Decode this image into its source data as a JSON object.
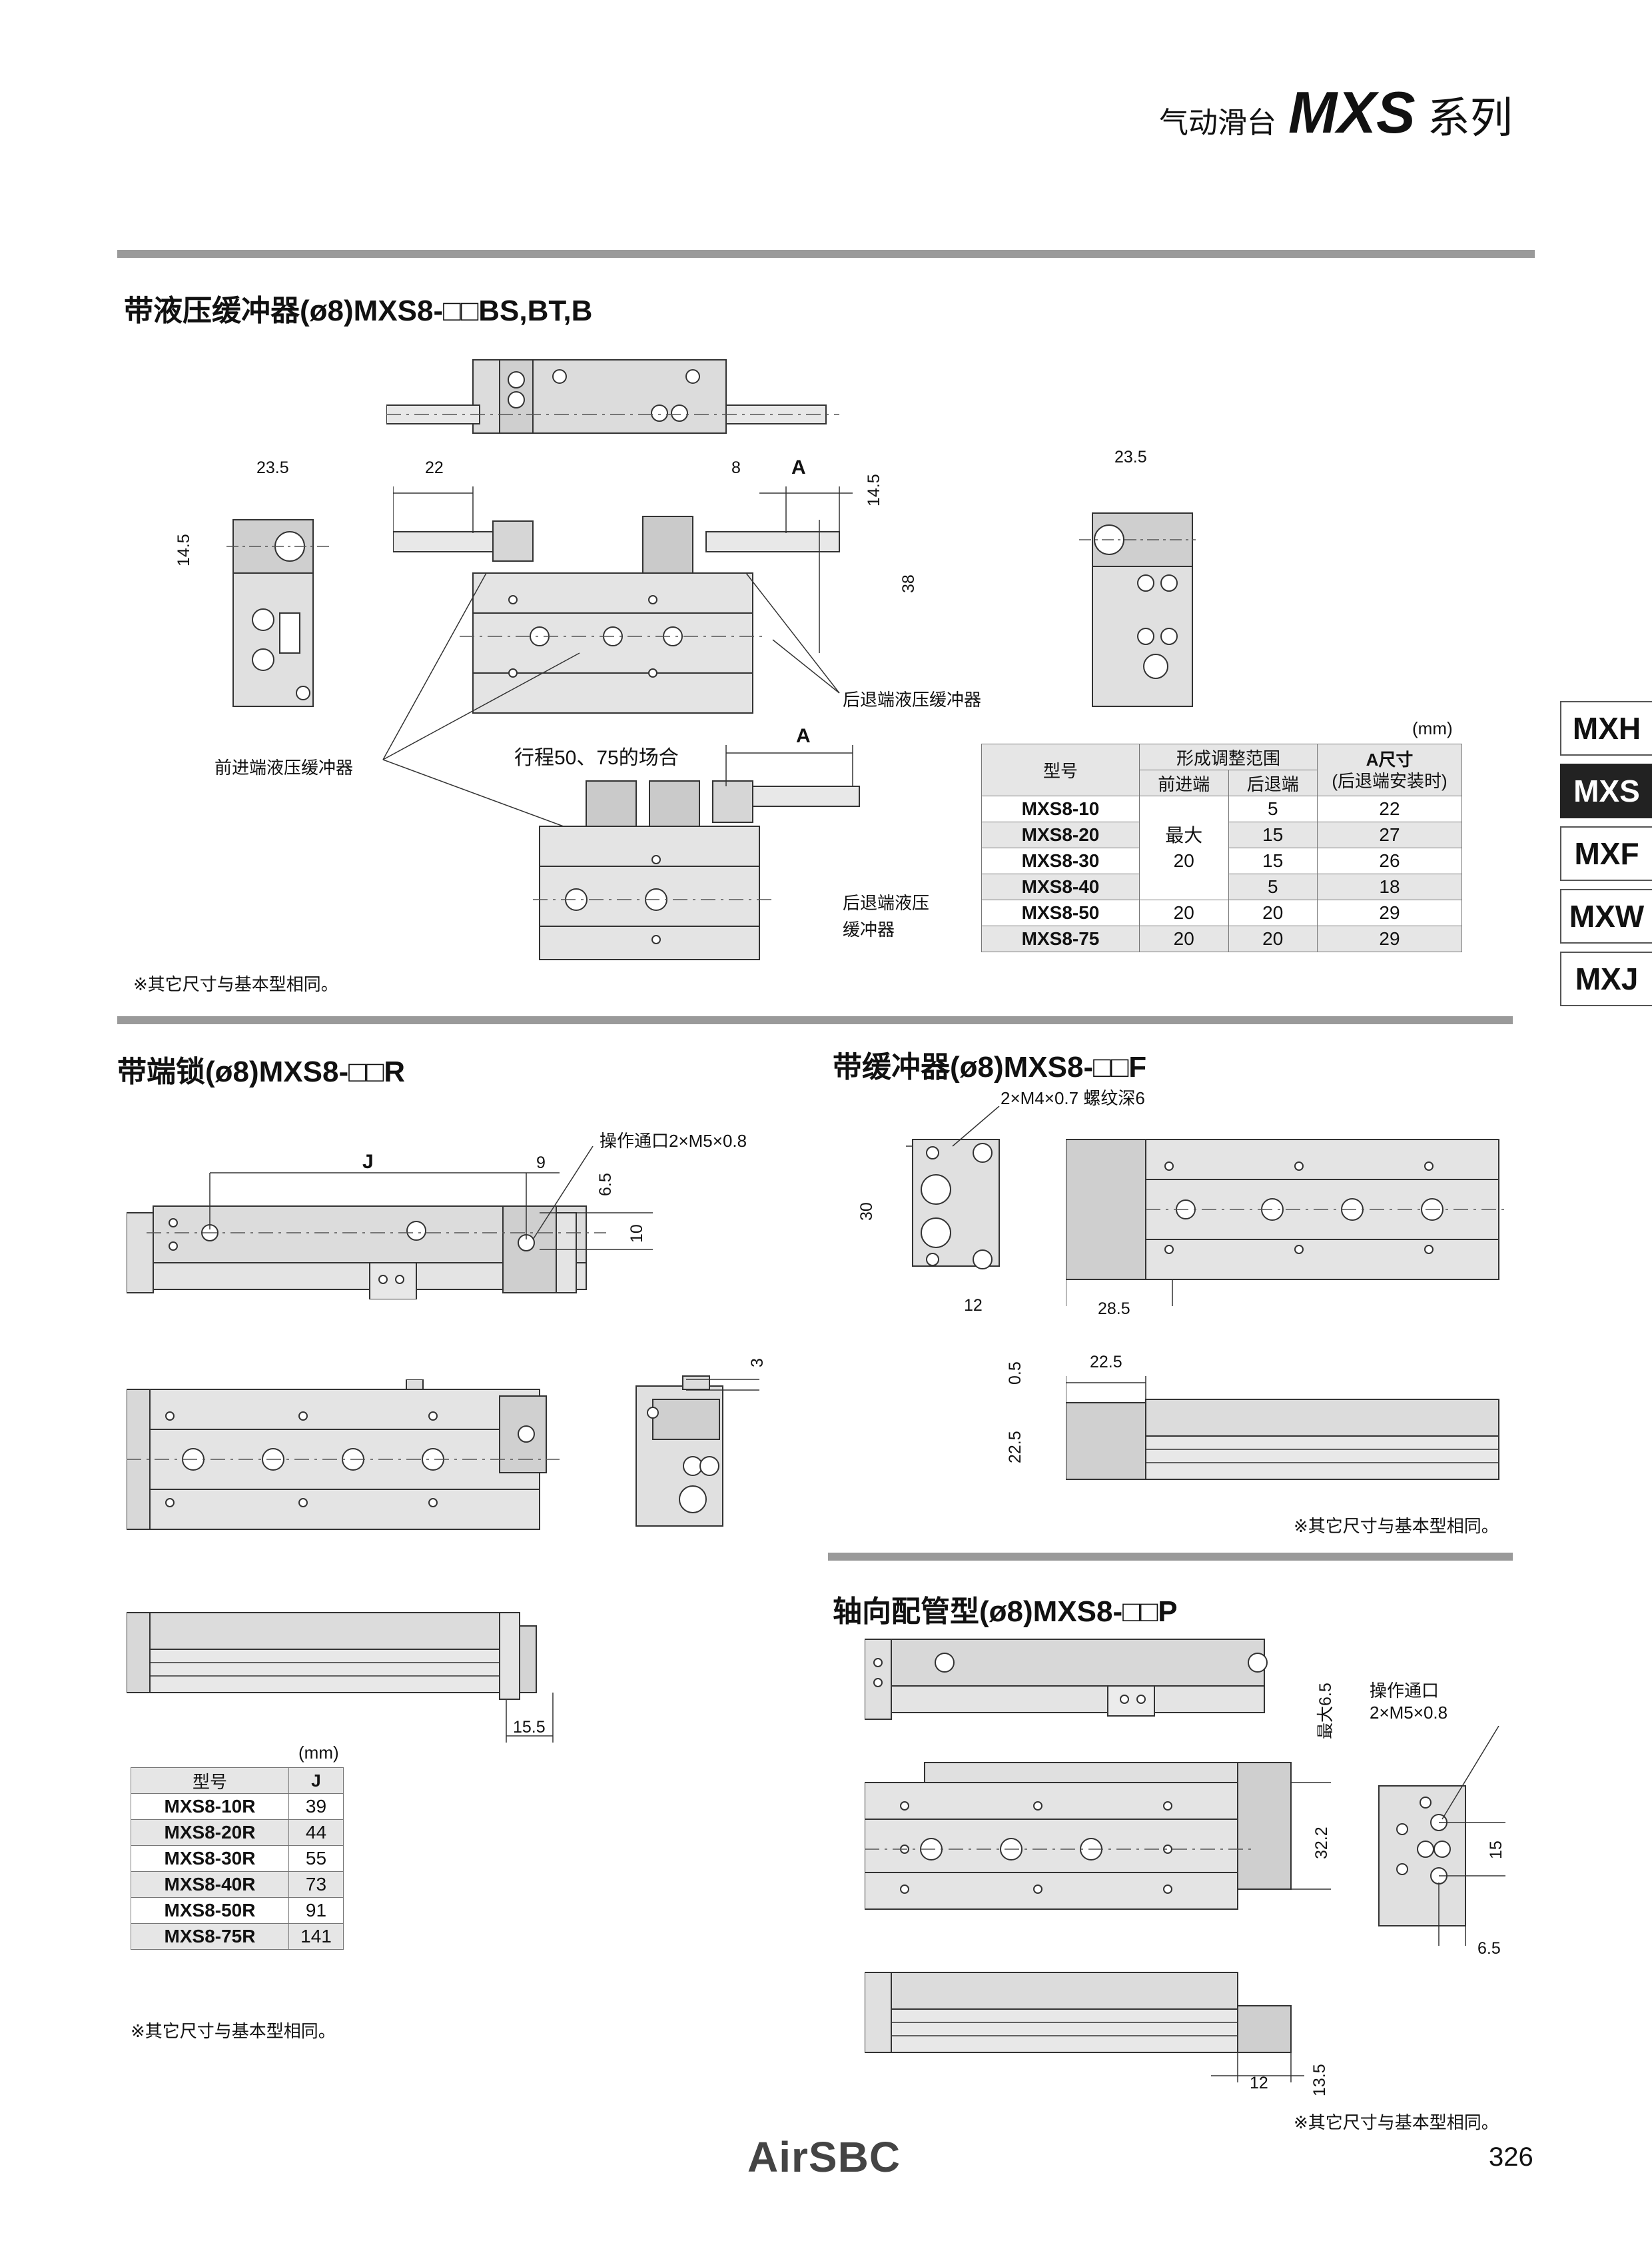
{
  "header": {
    "series_cn": "气动滑台",
    "model": "MXS",
    "series_suffix": "系列"
  },
  "side_tabs": [
    "MXH",
    "MXS",
    "MXF",
    "MXW",
    "MXJ"
  ],
  "active_tab": "MXS",
  "sections": {
    "s1": {
      "title": "带液压缓冲器(ø8)MXS8-□□BS,BT,B",
      "dims": {
        "d235a": "23.5",
        "d145a": "14.5",
        "d22": "22",
        "d8": "8",
        "dA": "A",
        "d145b": "14.5",
        "d38": "38",
        "d235b": "23.5",
        "dA2": "A"
      },
      "labels": {
        "rear": "后退端液压缓冲器",
        "front": "前进端液压缓冲器",
        "stroke_case": "行程50、75的场合",
        "rear2_l1": "后退端液压",
        "rear2_l2": "缓冲器"
      },
      "note": "※其它尺寸与基本型相同。",
      "table": {
        "unit": "(mm)",
        "col_model": "型号",
        "col_range": "形成调整范围",
        "col_front": "前进端",
        "col_rear": "后退端",
        "col_a1": "A尺寸",
        "col_a2": "(后退端安装时)",
        "front_merged_1": "最大",
        "front_merged_2": "20",
        "rows": [
          {
            "model": "MXS8-10",
            "rear": "5",
            "a": "22"
          },
          {
            "model": "MXS8-20",
            "rear": "15",
            "a": "27"
          },
          {
            "model": "MXS8-30",
            "rear": "15",
            "a": "26"
          },
          {
            "model": "MXS8-40",
            "rear": "5",
            "a": "18"
          },
          {
            "model": "MXS8-50",
            "front": "20",
            "rear": "20",
            "a": "29"
          },
          {
            "model": "MXS8-75",
            "front": "20",
            "rear": "20",
            "a": "29"
          }
        ]
      }
    },
    "s2": {
      "title": "带端锁(ø8)MXS8-□□R",
      "port_label": "操作通口2×M5×0.8",
      "dims": {
        "dJ": "J",
        "d9": "9",
        "d65": "6.5",
        "d10": "10",
        "d3": "3",
        "d155": "15.5"
      },
      "table": {
        "unit": "(mm)",
        "col_model": "型号",
        "col_j": "J",
        "rows": [
          {
            "model": "MXS8-10R",
            "j": "39"
          },
          {
            "model": "MXS8-20R",
            "j": "44"
          },
          {
            "model": "MXS8-30R",
            "j": "55"
          },
          {
            "model": "MXS8-40R",
            "j": "73"
          },
          {
            "model": "MXS8-50R",
            "j": "91"
          },
          {
            "model": "MXS8-75R",
            "j": "141"
          }
        ]
      },
      "note": "※其它尺寸与基本型相同。"
    },
    "s3": {
      "title": "带缓冲器(ø8)MXS8-□□F",
      "thread_label": "2×M4×0.7 螺纹深6",
      "dims": {
        "d30": "30",
        "d12": "12",
        "d285": "28.5",
        "d05": "0.5",
        "d225a": "22.5",
        "d225b": "22.5"
      },
      "note": "※其它尺寸与基本型相同。"
    },
    "s4": {
      "title": "轴向配管型(ø8)MXS8-□□P",
      "port_label_1": "操作通口",
      "port_label_2": "2×M5×0.8",
      "dims": {
        "dmax65": "最大6.5",
        "d322": "32.2",
        "d15": "15",
        "d65": "6.5",
        "d12": "12",
        "d135": "13.5"
      },
      "note": "※其它尺寸与基本型相同。"
    }
  },
  "footer": {
    "logo": "AirSBC",
    "page": "326"
  }
}
